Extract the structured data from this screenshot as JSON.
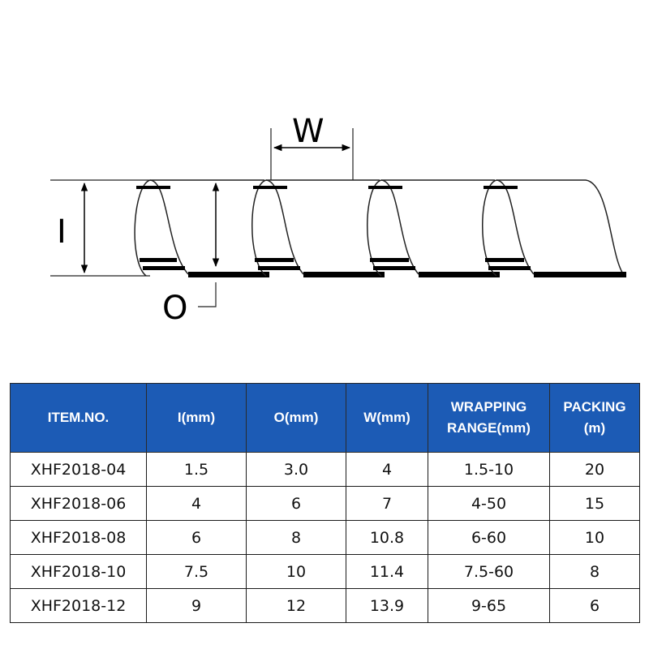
{
  "diagram": {
    "labels": {
      "w": "W",
      "i": "I",
      "o": "O"
    }
  },
  "table": {
    "headers": [
      [
        "ITEM.NO."
      ],
      [
        "I(mm)"
      ],
      [
        "O(mm)"
      ],
      [
        "W(mm)"
      ],
      [
        "WRAPPING",
        "RANGE(mm)"
      ],
      [
        "PACKING",
        "(m)"
      ]
    ],
    "rows": [
      [
        "XHF2018-04",
        "1.5",
        "3.0",
        "4",
        "1.5-10",
        "20"
      ],
      [
        "XHF2018-06",
        "4",
        "6",
        "7",
        "4-50",
        "15"
      ],
      [
        "XHF2018-08",
        "6",
        "8",
        "10.8",
        "6-60",
        "10"
      ],
      [
        "XHF2018-10",
        "7.5",
        "10",
        "11.4",
        "7.5-60",
        "8"
      ],
      [
        "XHF2018-12",
        "9",
        "12",
        "13.9",
        "9-65",
        "6"
      ]
    ],
    "colors": {
      "header_bg": "#1c5bb5",
      "header_text": "#ffffff"
    }
  }
}
